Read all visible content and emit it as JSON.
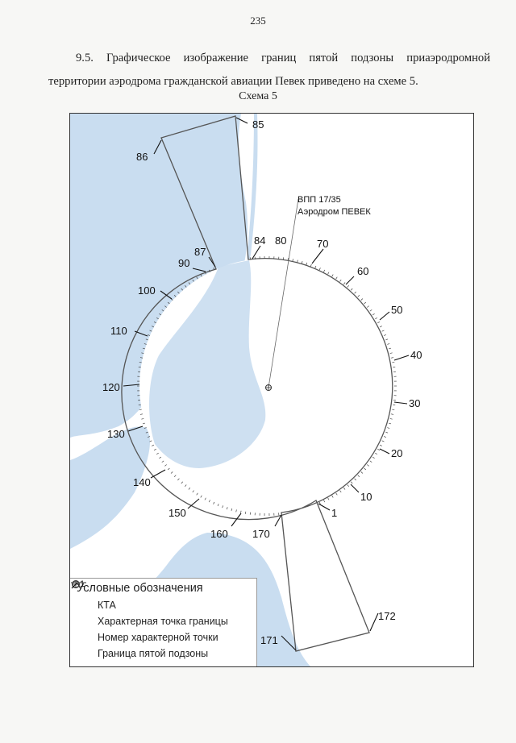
{
  "page_number": "235",
  "paragraph": "9.5. Графическое изображение границ пятой подзоны приаэродромной территории аэродрома гражданской авиации Певек приведено на схеме 5.",
  "caption": "Схема 5",
  "map": {
    "runway_label": "ВПП 17/35",
    "aerodrome_label": "Аэродром ПЕВЕК",
    "point_labels": {
      "p85": "85",
      "p86": "86",
      "p87": "87",
      "p84": "84",
      "p80": "80",
      "p70": "70",
      "p60": "60",
      "p50": "50",
      "p40": "40",
      "p30": "30",
      "p20": "20",
      "p10": "10",
      "p1": "1",
      "p170": "170",
      "p160": "160",
      "p150": "150",
      "p140": "140",
      "p130": "130",
      "p120": "120",
      "p110": "110",
      "p100": "100",
      "p90": "90",
      "p171": "171",
      "p172": "172"
    },
    "colors": {
      "water": "#c9ddf0",
      "boundary": "#555555",
      "ticks": "#444444"
    }
  },
  "legend": {
    "title": "Условные обозначения",
    "kta": "КТА",
    "char_point": "Характерная точка  границы",
    "number_num": "1",
    "number_label": "Номер характерной точки",
    "boundary": "Граница пятой подзоны"
  }
}
